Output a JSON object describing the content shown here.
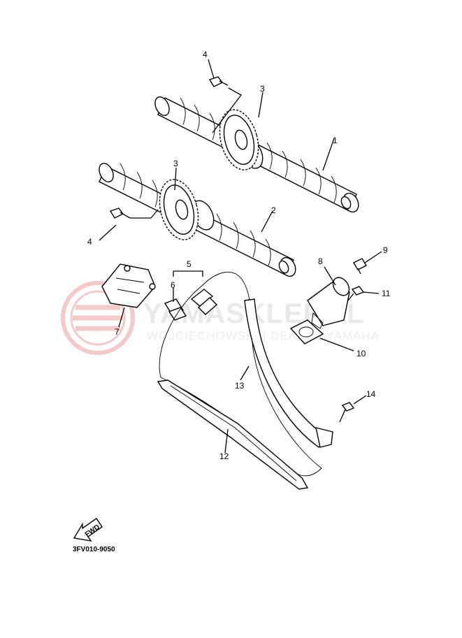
{
  "watermark": {
    "title": "YAMASKLEP.PL",
    "subtitle": "WOJCIECHOWSKI | DEALER YAMAHA",
    "color": "#f3c9c9"
  },
  "callouts": {
    "p1": "1",
    "p2": "2",
    "p3a": "3",
    "p3b": "3",
    "p4a": "4",
    "p4b": "4",
    "p5": "5",
    "p6": "6",
    "p7": "7",
    "p8": "8",
    "p9": "9",
    "p10": "10",
    "p11": "11",
    "p12": "12",
    "p13": "13",
    "p14": "14"
  },
  "fwd_label": "FWD",
  "diagram_code": "3FV010-9050"
}
